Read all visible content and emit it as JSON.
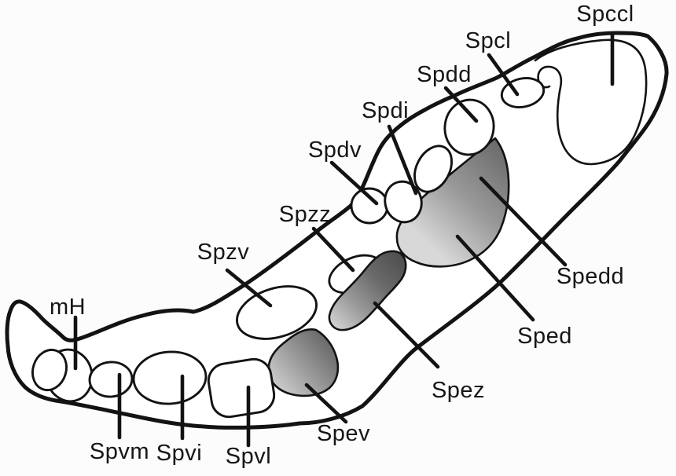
{
  "figure": {
    "kind": "labeled-anatomical-line-diagram",
    "labels": {
      "mh": "mH",
      "spvm": "Spvm",
      "spvi": "Spvi",
      "spvl": "Spvl",
      "spev": "Spev",
      "spez": "Spez",
      "sped": "Sped",
      "spedd": "Spedd",
      "spzv": "Spzv",
      "spzz": "Spzz",
      "spdv": "Spdv",
      "spdi": "Spdi",
      "spdd": "Spdd",
      "spcl": "Spcl",
      "spccl": "Spccl"
    },
    "colors": {
      "background": "#fcfcfc",
      "line": "#131313",
      "label_text": "#161616",
      "white_fill": "#ffffff",
      "shade_darkest": "#4f4f4f",
      "shade_dark": "#6a6a6a",
      "shade_mid": "#9a9a9a",
      "shade_light": "#cdcdcd",
      "shade_lightest": "#d8d8d8"
    }
  }
}
